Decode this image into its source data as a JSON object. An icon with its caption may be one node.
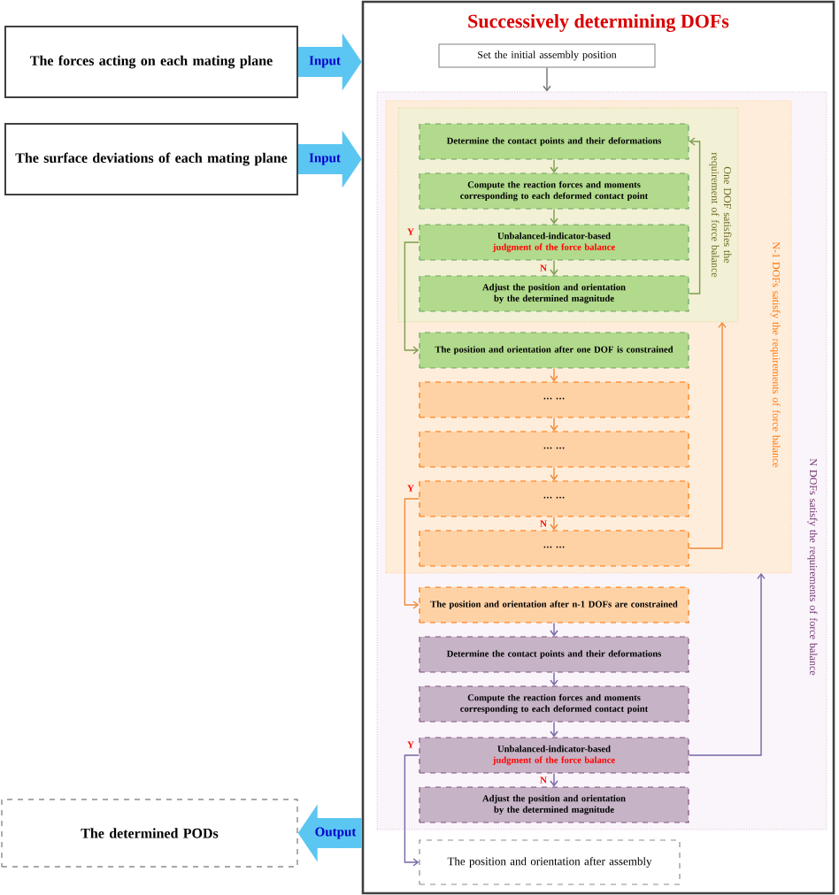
{
  "diagram": {
    "nodes": [
      {
        "text": [
          "The forces acting on each mating plane"
        ]
      },
      {
        "text": [
          "The surface deviations of each mating plane"
        ]
      },
      {
        "text": [
          "The determined PODs"
        ]
      },
      {
        "text": [
          "Successively determining DOFs"
        ]
      },
      {
        "text": [
          "Set the initial assembly position"
        ],
        "in": 3
      },
      {
        "text": [
          "N DOFs satisfy the requirements of force balance"
        ],
        "in": 3
      },
      {
        "text": [
          "N-1 DOFs satisfy the requirements of force balance"
        ],
        "in": 5
      },
      {
        "text": [
          "One DOF satisfies the requirement of force balance"
        ],
        "in": 6
      },
      {
        "text": [
          "Determine the contact points and their deformations"
        ],
        "in": 7
      },
      {
        "text": [
          "Compute the reaction forces and moments corresponding to each deformed contact point"
        ],
        "in": 7
      },
      {
        "text": [
          "Unbalanced-indicator-based",
          "judgment of the force balance"
        ],
        "in": 7
      },
      {
        "text": [
          "Adjust the position and orientation by the determined magnitude"
        ],
        "in": 7
      },
      {
        "text": [
          "The position and orientation after one DOF is constrained"
        ],
        "in": 6
      },
      {
        "text": [
          "··· ···"
        ],
        "in": 6
      },
      {
        "text": [
          "··· ···"
        ],
        "in": 6
      },
      {
        "text": [
          "··· ···"
        ],
        "in": 6
      },
      {
        "text": [
          "··· ···"
        ],
        "in": 6
      },
      {
        "text": [
          "The position and orientation after n-1 DOFs are constrained"
        ],
        "in": 5
      },
      {
        "text": [
          "Determine the contact points and their deformations"
        ],
        "in": 5
      },
      {
        "text": [
          "Compute the reaction forces and moments corresponding to each deformed contact point"
        ],
        "in": 5
      },
      {
        "text": [
          "Unbalanced-indicator-based",
          "judgment of the force balance"
        ],
        "in": 5
      },
      {
        "text": [
          "Adjust the position and orientation by the determined magnitude"
        ],
        "in": 5
      },
      {
        "text": [
          "The position and orientation after assembly"
        ],
        "in": 3
      }
    ],
    "edges": [
      {
        "from": 0,
        "to": 3,
        "arrow": "to",
        "label": "Input",
        "style": "thick",
        "color": "#5cc6f2"
      },
      {
        "from": 1,
        "to": 3,
        "arrow": "to",
        "label": "Input",
        "style": "thick",
        "color": "#5cc6f2"
      },
      {
        "from": 4,
        "to": 5,
        "arrow": "to",
        "color": "#707070"
      },
      {
        "from": 8,
        "to": 9,
        "arrow": "to",
        "color": "#7d9c4e"
      },
      {
        "from": 9,
        "to": 10,
        "arrow": "to",
        "color": "#7d9c4e"
      },
      {
        "from": 10,
        "to": 11,
        "arrow": "to",
        "label": "N",
        "color": "#7d9c4e"
      },
      {
        "from": 11,
        "to": 8,
        "arrow": "to",
        "color": "#7d9c4e"
      },
      {
        "from": 10,
        "to": 12,
        "arrow": "to",
        "label": "Y",
        "color": "#7d9c4e"
      },
      {
        "from": 12,
        "to": 13,
        "arrow": "to",
        "color": "#ef8a3a"
      },
      {
        "from": 13,
        "to": 14,
        "arrow": "to",
        "color": "#ef8a3a"
      },
      {
        "from": 14,
        "to": 15,
        "arrow": "to",
        "color": "#ef8a3a"
      },
      {
        "from": 15,
        "to": 16,
        "arrow": "to",
        "label": "N",
        "color": "#ef8a3a"
      },
      {
        "from": 16,
        "to": 7,
        "arrow": "to",
        "color": "#ef8a3a"
      },
      {
        "from": 15,
        "to": 17,
        "arrow": "to",
        "label": "Y",
        "color": "#ef8a3a"
      },
      {
        "from": 17,
        "to": 18,
        "arrow": "to",
        "color": "#7565a5"
      },
      {
        "from": 18,
        "to": 19,
        "arrow": "to",
        "color": "#7565a5"
      },
      {
        "from": 19,
        "to": 20,
        "arrow": "to",
        "color": "#7565a5"
      },
      {
        "from": 20,
        "to": 21,
        "arrow": "to",
        "label": "N",
        "color": "#7565a5"
      },
      {
        "from": 20,
        "to": 6,
        "arrow": "to",
        "color": "#7565a5"
      },
      {
        "from": 20,
        "to": 22,
        "arrow": "to",
        "label": "Y",
        "color": "#7565a5"
      },
      {
        "from": 3,
        "to": 2,
        "arrow": "to",
        "label": "Output",
        "style": "thick",
        "color": "#5cc6f2"
      }
    ]
  }
}
